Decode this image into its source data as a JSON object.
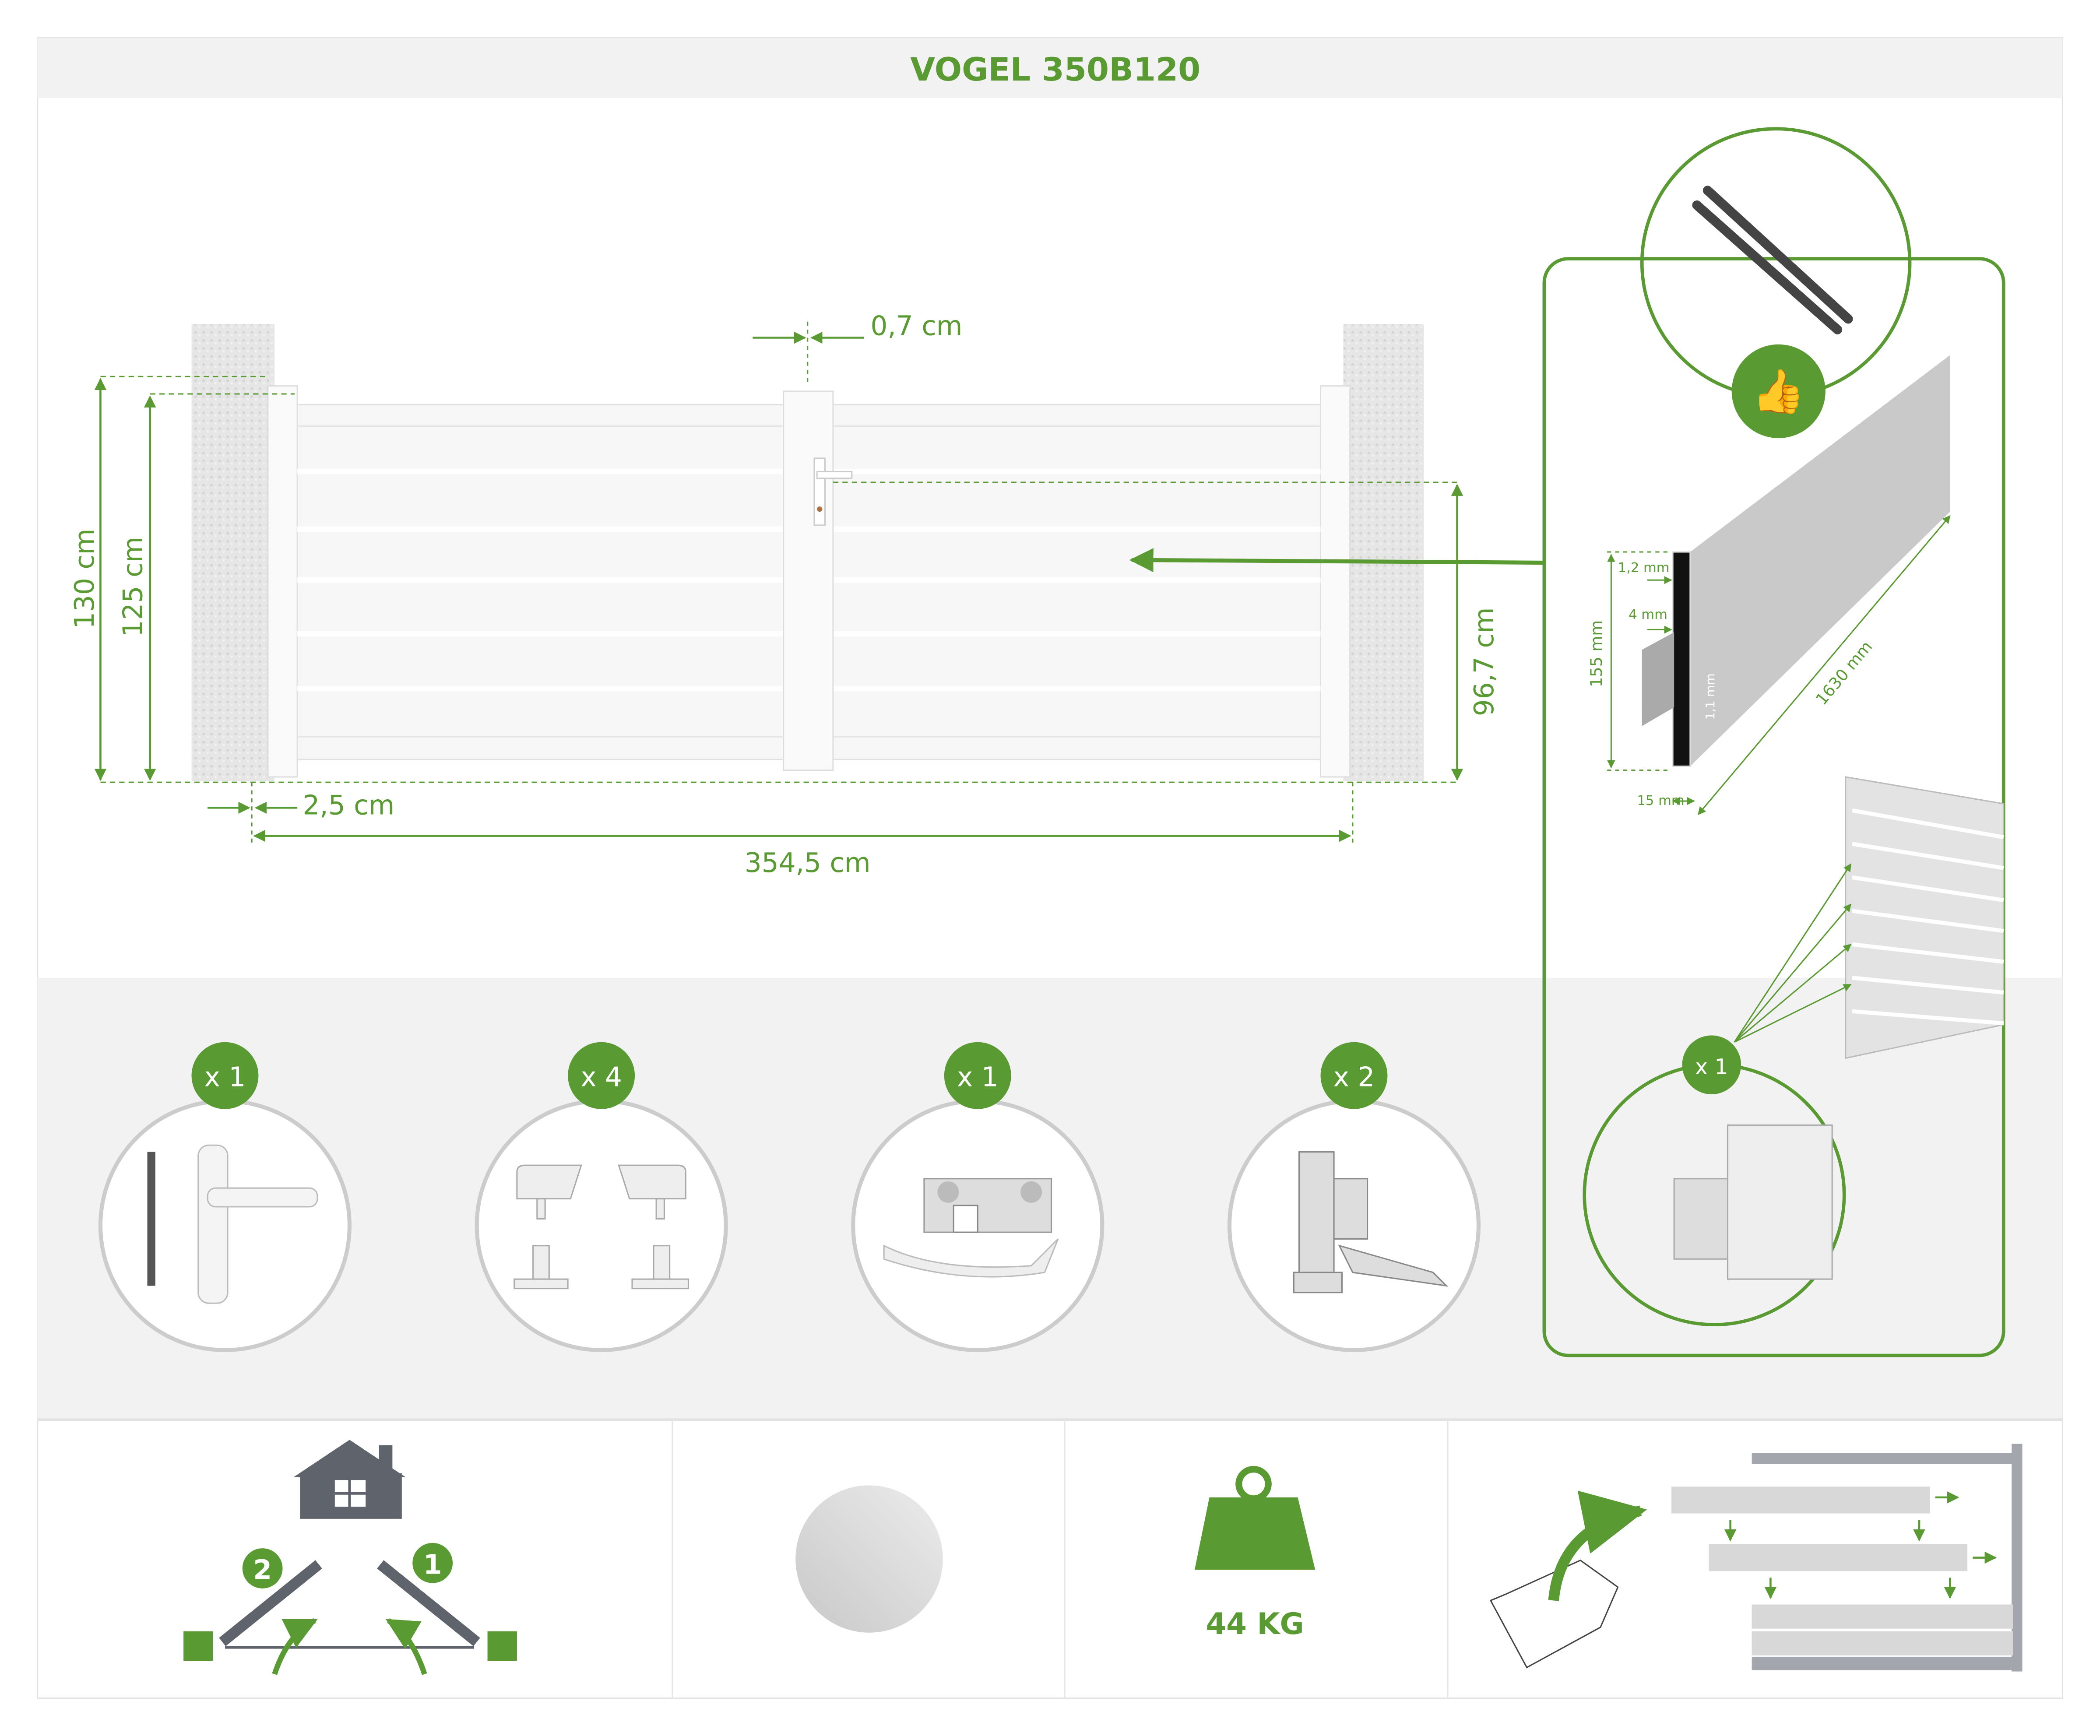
{
  "title": "VOGEL 350B120",
  "colors": {
    "accent": "#5a9a32",
    "panel_bg": "#f2f2f2",
    "icon_gray": "#5f636b"
  },
  "gate_dimensions": {
    "gap": "0,7 cm",
    "total_height": "130 cm",
    "leaf_height": "125 cm",
    "handle_height": "96,7 cm",
    "pillar_gap": "2,5 cm",
    "width": "354,5 cm"
  },
  "profile": {
    "wall_thickness": "1,2 mm",
    "groove": "4 mm",
    "inner_wall": "1,1 mm",
    "height": "155 mm",
    "depth": "15 mm",
    "length": "1630 mm",
    "motor_icon": "motor-arm-icon",
    "motorisable_icon": "thumbs-up-icon",
    "panel_qty": "x 1"
  },
  "accessories": [
    {
      "qty": "x 1",
      "icon": "handle-lock-icon"
    },
    {
      "qty": "x 4",
      "icon": "post-cap-icon"
    },
    {
      "qty": "x 1",
      "icon": "gate-stop-icon"
    },
    {
      "qty": "x 2",
      "icon": "hinge-icon"
    }
  ],
  "features": {
    "opening_steps": [
      "2",
      "1"
    ],
    "color_swatch": "#d8d8d8",
    "weight": "44 KG"
  }
}
